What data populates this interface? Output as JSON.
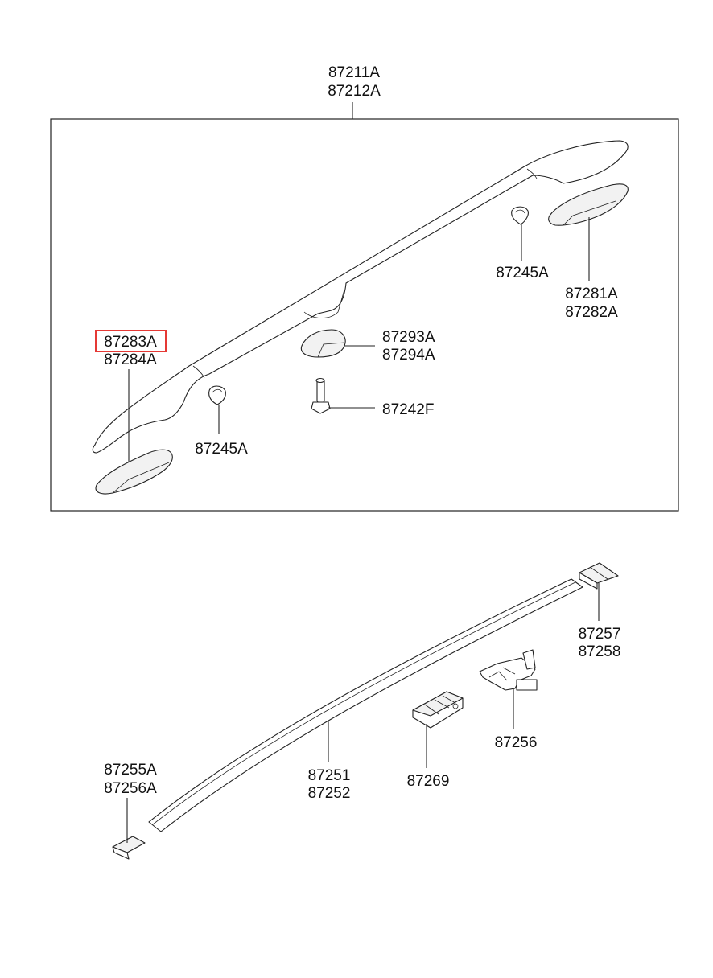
{
  "labels": {
    "roof_rack_line1": "87211A",
    "roof_rack_line2": "87212A",
    "clip_right": "87245A",
    "end_cover_rear_line1": "87281A",
    "end_cover_rear_line2": "87282A",
    "end_cover_front_line1": "87283A",
    "end_cover_front_line2": "87284A",
    "center_cover_line1": "87293A",
    "center_cover_line2": "87294A",
    "bolt": "87242F",
    "clip_left": "87245A",
    "end_cap_rear_line1": "87257",
    "end_cap_rear_line2": "87258",
    "clip_assy": "87256",
    "moulding_line1": "87251",
    "moulding_line2": "87252",
    "retainer": "87269",
    "end_cap_front_line1": "87255A",
    "end_cap_front_line2": "87256A"
  },
  "highlight": {
    "target": "end_cover_front_line1",
    "color": "#e53935"
  },
  "colors": {
    "line": "#222222",
    "background": "#ffffff"
  }
}
